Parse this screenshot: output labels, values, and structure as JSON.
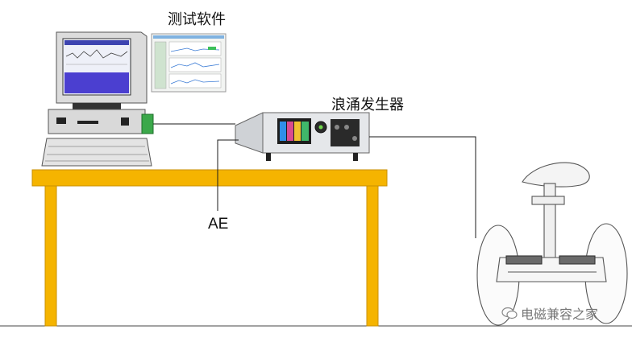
{
  "labels": {
    "software": "测试软件",
    "surge_generator": "浪涌发生器",
    "ae": "AE"
  },
  "watermark": {
    "text": "电磁兼容之家",
    "icon": "wechat-icon"
  },
  "colors": {
    "table": "#f5b400",
    "screen_bg": "#2a2f9c",
    "cable": "#1a1a1a"
  }
}
